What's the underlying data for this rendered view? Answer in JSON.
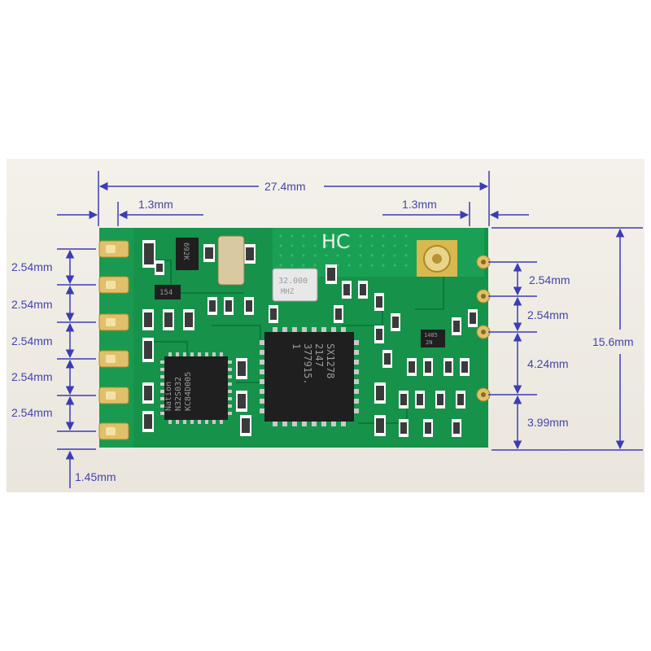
{
  "colors": {
    "dimension": "#3c3cb4",
    "pcb": "#16924a",
    "pad": "#e0c06a",
    "chip": "#222222",
    "background": "#efebe4"
  },
  "dimensions": {
    "total_width": "27.4mm",
    "left_margin": "1.3mm",
    "right_margin": "1.3mm",
    "left_pitch": [
      "2.54mm",
      "2.54mm",
      "2.54mm",
      "2.54mm",
      "2.54mm"
    ],
    "bottom_offset": "1.45mm",
    "right_pitch": [
      "2.54mm",
      "2.54mm",
      "4.24mm",
      "3.99mm"
    ],
    "total_height": "15.6mm"
  },
  "board": {
    "logo": "HC",
    "crystal": [
      "32.000",
      "MHZ"
    ],
    "rf_chip": [
      "SX1278",
      "2147",
      "377915.",
      "1"
    ],
    "mcu_chip": [
      "Nation",
      "N32S032",
      "KC84D005"
    ],
    "small_chip": [
      "1485",
      "2N"
    ],
    "resistor_1": "692K",
    "resistor_2": "154"
  }
}
